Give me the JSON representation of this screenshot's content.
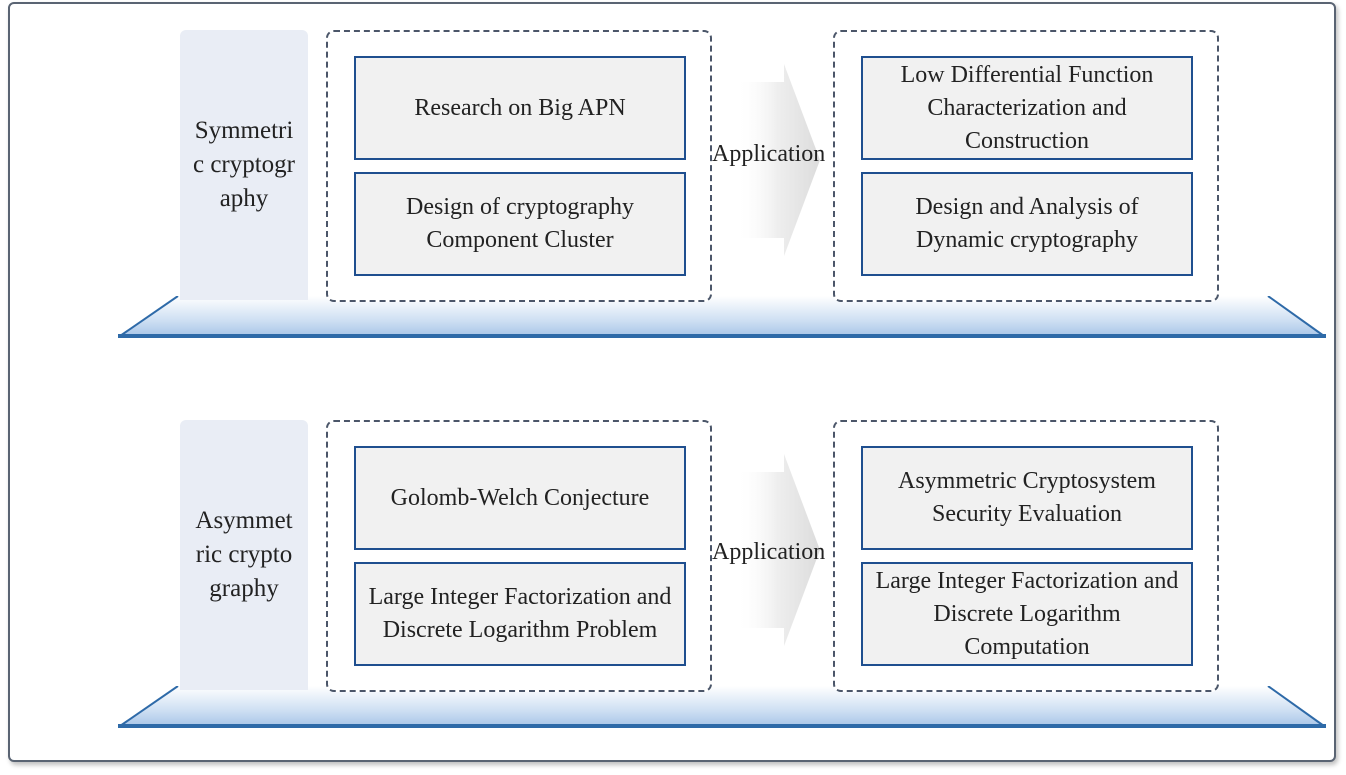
{
  "rows": [
    {
      "label": "Symmetric cryptography",
      "research": [
        "Research on Big APN",
        "Design of cryptography Component Cluster"
      ],
      "connector": "Application",
      "applications": [
        "Low Differential Function Characterization and Construction",
        "Design and Analysis of Dynamic cryptography"
      ]
    },
    {
      "label": "Asymmetric cryptography",
      "research": [
        "Golomb-Welch Conjecture",
        "Large Integer Factorization and Discrete Logarithm Problem"
      ],
      "connector": "Application",
      "applications": [
        "Asymmetric Cryptosystem Security Evaluation",
        "Large Integer Factorization and Discrete Logarithm Computation"
      ]
    }
  ],
  "colors": {
    "frame_border": "#5a6473",
    "platform_blue": "#2e6aa8",
    "label_panel": "#e9edf5",
    "box_border": "#1f4f8f",
    "box_fill": "#f1f1f1"
  }
}
